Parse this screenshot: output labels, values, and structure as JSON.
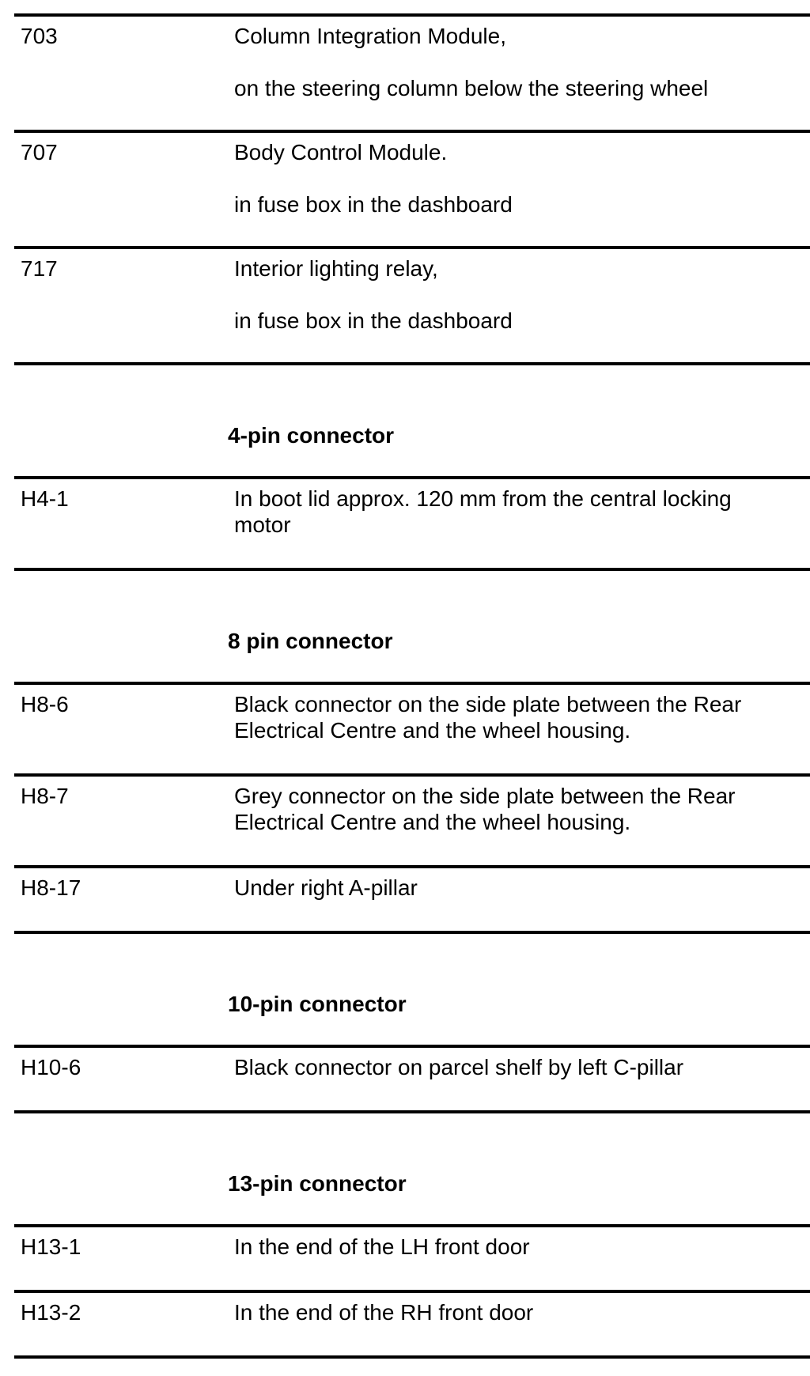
{
  "page": {
    "background_color": "#ffffff",
    "text_color": "#000000",
    "rule_color": "#000000"
  },
  "table": {
    "rows": [
      {
        "kind": "module-entry",
        "code": "703",
        "desc": "Column Integration Module,\n\non the steering column below the steering wheel"
      },
      {
        "kind": "module-entry",
        "code": "707",
        "desc": "Body Control Module.\n\nin fuse box in the dashboard"
      },
      {
        "kind": "module-entry",
        "code": "717",
        "desc": "Interior lighting relay,\n\nin fuse box in the dashboard"
      },
      {
        "kind": "section-header",
        "label": "4-pin connector"
      },
      {
        "kind": "connector-entry",
        "code": "H4-1",
        "desc": "In boot lid approx. 120 mm from the central locking\nmotor"
      },
      {
        "kind": "section-header",
        "label": "8 pin connector"
      },
      {
        "kind": "connector-entry",
        "code": "H8-6",
        "desc": "Black connector on the side plate between the Rear\nElectrical Centre and the wheel housing."
      },
      {
        "kind": "connector-entry",
        "code": "H8-7",
        "desc": "Grey connector on the side plate between the Rear\nElectrical Centre and the wheel housing."
      },
      {
        "kind": "connector-entry",
        "code": "H8-17",
        "desc": "Under right A-pillar"
      },
      {
        "kind": "section-header",
        "label": "10-pin connector"
      },
      {
        "kind": "connector-entry",
        "code": "H10-6",
        "desc": "Black connector on parcel shelf by left C-pillar"
      },
      {
        "kind": "section-header",
        "label": "13-pin connector"
      },
      {
        "kind": "connector-entry",
        "code": "H13-1",
        "desc": "In the end of the LH front door"
      },
      {
        "kind": "connector-entry",
        "code": "H13-2",
        "desc": "In the end of the RH front door"
      }
    ]
  }
}
